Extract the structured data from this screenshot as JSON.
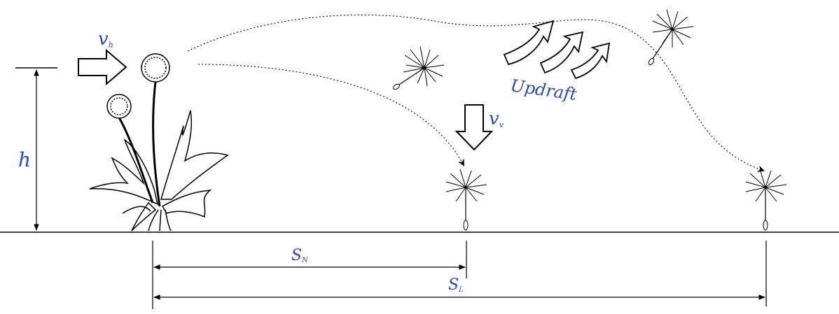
{
  "labels": {
    "vh_main": "v",
    "vh_sub": "h",
    "vv_main": "v",
    "vv_sub": "v",
    "h": "h",
    "updraft": "Updraft",
    "sn_main": "S",
    "sn_sub": "N",
    "sl_main": "S",
    "sl_sub": "L"
  },
  "colors": {
    "label": "#2a4bb5",
    "line": "#000000",
    "background": "#ffffff"
  }
}
